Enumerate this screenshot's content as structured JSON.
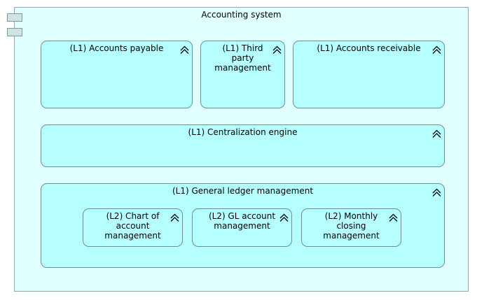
{
  "component": {
    "title": "Accounting system",
    "colors": {
      "fill": "#e0ffff",
      "border": "#8fa8a8",
      "tab_fill": "#cfe3e3"
    }
  },
  "capabilities": {
    "icon": "capability-chevron-icon",
    "fill_color": "#b5ffff",
    "accounts_payable": "(L1) Accounts payable",
    "third_party": "(L1) Third party management",
    "accounts_receivable": "(L1) Accounts receivable",
    "centralization": "(L1) Centralization engine",
    "general_ledger": "(L1) General ledger management",
    "chart_of_account": "(L2) Chart of account management",
    "gl_account": "(L2) GL account management",
    "monthly_closing": "(L2) Monthly closing management"
  }
}
